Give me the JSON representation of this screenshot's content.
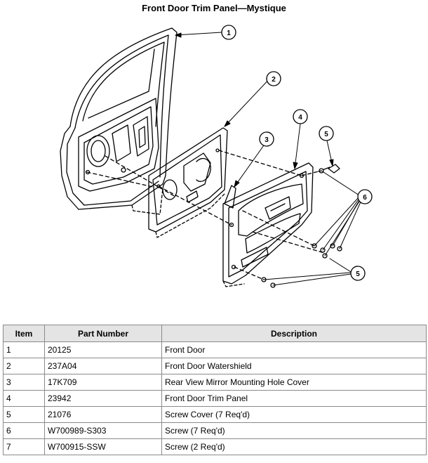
{
  "page": {
    "title": "Front Door Trim Panel—Mystique"
  },
  "diagram": {
    "callouts": [
      "1",
      "2",
      "3",
      "4",
      "5",
      "6",
      "5"
    ]
  },
  "table": {
    "headers": {
      "item": "Item",
      "part_number": "Part Number",
      "description": "Description"
    },
    "rows": [
      {
        "item": "1",
        "part_number": "20125",
        "description": "Front Door"
      },
      {
        "item": "2",
        "part_number": "237A04",
        "description": "Front Door Watershield"
      },
      {
        "item": "3",
        "part_number": "17K709",
        "description": "Rear View Mirror Mounting Hole Cover"
      },
      {
        "item": "4",
        "part_number": "23942",
        "description": "Front Door Trim Panel"
      },
      {
        "item": "5",
        "part_number": "21076",
        "description": "Screw Cover (7 Req'd)"
      },
      {
        "item": "6",
        "part_number": "W700989-S303",
        "description": "Screw (7 Req'd)"
      },
      {
        "item": "7",
        "part_number": "W700915-SSW",
        "description": "Screw (2 Req'd)"
      }
    ]
  }
}
